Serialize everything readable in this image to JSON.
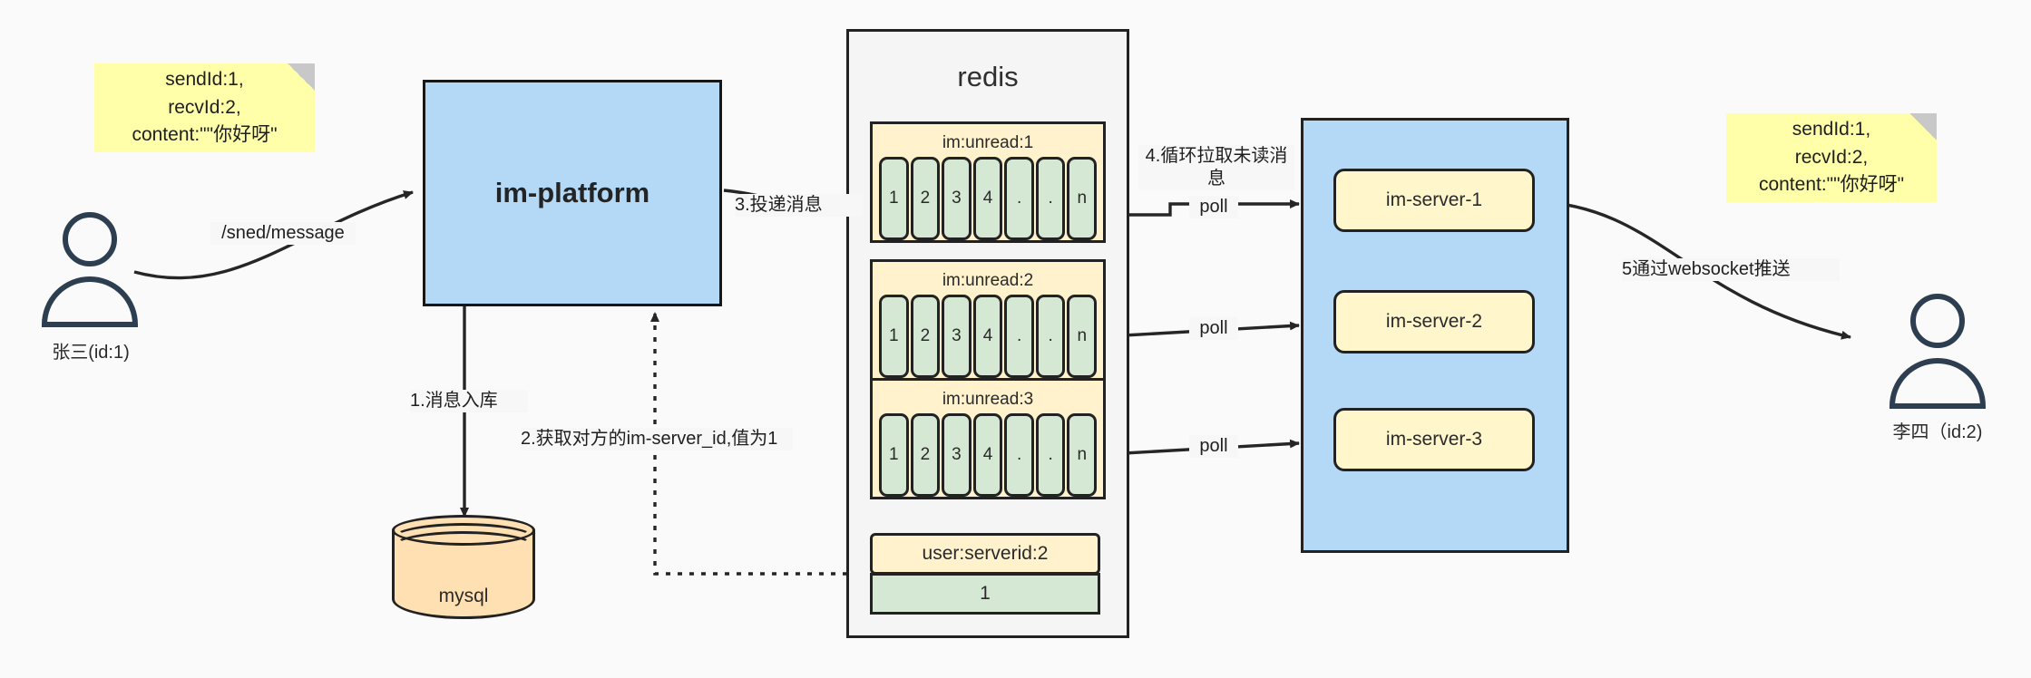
{
  "diagram": {
    "title": "IM message delivery architecture",
    "colors": {
      "background": "#fafafa",
      "note_yellow": "#ffffaa",
      "process_blue": "#b3d9f7",
      "key_yellow": "#fff2cc",
      "cell_green": "#d5e8d4",
      "db_orange": "#ffe0b2",
      "container_gray": "#f5f5f5",
      "stroke": "#222222"
    }
  },
  "actors": {
    "sender": {
      "label": "张三(id:1)",
      "icon": "user-icon"
    },
    "receiver": {
      "label": "李四（id:2)",
      "icon": "user-icon"
    }
  },
  "notes": {
    "left": {
      "text": "sendId:1,\nrecvId:2,\ncontent:\"\"你好呀\""
    },
    "right": {
      "text": "sendId:1,\nrecvId:2,\ncontent:\"\"你好呀\""
    }
  },
  "platform": {
    "label": "im-platform"
  },
  "database": {
    "label": "mysql"
  },
  "redis": {
    "title": "redis",
    "keys": [
      {
        "name": "im:unread:1",
        "cells": [
          "1",
          "2",
          "3",
          "4",
          ".",
          ".",
          "n"
        ]
      },
      {
        "name": "im:unread:2",
        "cells": [
          "1",
          "2",
          "3",
          "4",
          ".",
          ".",
          "n"
        ]
      },
      {
        "name": "im:unread:3",
        "cells": [
          "1",
          "2",
          "3",
          "4",
          ".",
          ".",
          "n"
        ]
      }
    ],
    "serverid_key": {
      "name": "user:serverid:2",
      "value": "1"
    }
  },
  "servers": {
    "items": [
      {
        "label": "im-server-1"
      },
      {
        "label": "im-server-2"
      },
      {
        "label": "im-server-3"
      }
    ]
  },
  "edges": {
    "send_message": "/sned/message",
    "step1": "1.消息入库",
    "step2": "2.获取对方的im-server_id,值为1",
    "step3": "3.投递消息",
    "step4": "4.循环拉取未读消\n息",
    "poll1": "poll",
    "poll2": "poll",
    "poll3": "poll",
    "step5": "5通过websocket推送"
  }
}
